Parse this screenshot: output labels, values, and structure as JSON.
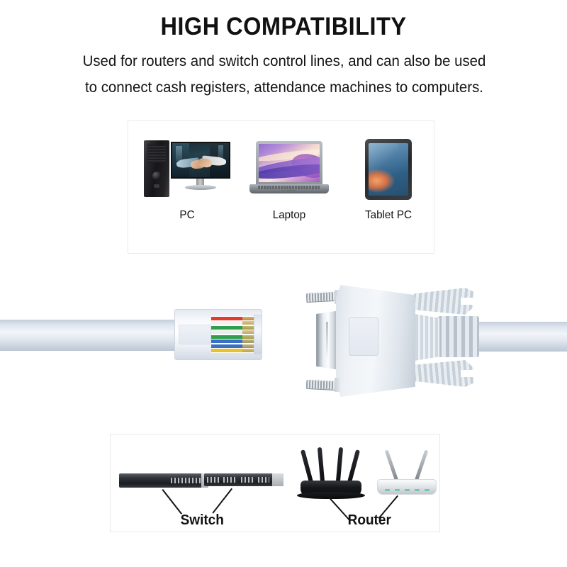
{
  "header": {
    "title": "HIGH COMPATIBILITY",
    "description_line1": "Used for routers and switch control lines, and can also be used",
    "description_line2": "to connect cash registers, attendance machines to computers."
  },
  "devices_panel": {
    "items": [
      {
        "label": "PC",
        "icon": "desktop-computer-icon"
      },
      {
        "label": "Laptop",
        "icon": "laptop-icon"
      },
      {
        "label": "Tablet PC",
        "icon": "tablet-icon"
      }
    ]
  },
  "product_photo": {
    "cable_label": "flat-light-blue-cable",
    "left_connector": "rj45-connector",
    "right_connector": "db9-serial-connector",
    "wire_colors": [
      "#e23b2e",
      "#f2f2f2",
      "#2f9e4f",
      "#e8eee9",
      "#2f9e4f",
      "#3a6fc4",
      "#3a6fc4",
      "#e8c22a"
    ]
  },
  "network_panel": {
    "switch_label": "Switch",
    "router_label": "Router"
  },
  "colors": {
    "background": "#ffffff",
    "text": "#111111",
    "panel_border": "#e9e9e9",
    "cable": "#d7dfe9",
    "connector_gray": "#e6ebf1"
  }
}
